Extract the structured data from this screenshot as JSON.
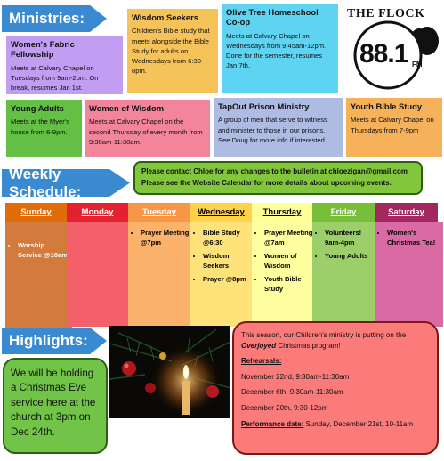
{
  "ministries": {
    "heading": "Ministries:",
    "womens_fabric": {
      "title": "Women's Fabric Fellowship",
      "body": "Meets at Calvary Chapel on Tuesdays from 9am-2pm. On break, resumes Jan 1st."
    },
    "wisdom_seekers": {
      "title": "Wisdom Seekers",
      "body": "Children's Bible study that meets alongside the Bible Study for adults on Wednesdays from 6:30-8pm."
    },
    "olive_tree": {
      "title": "Olive Tree Homeschool Co-op",
      "body": "Meets at Calvary Chapel on Wednesdays from 9:45am-12pm. Done for the semester, resumes Jan 7th."
    },
    "young_adults": {
      "title": "Young Adults",
      "body": "Meets at the Myer's house from 6-9pm."
    },
    "women_of_wisdom": {
      "title": "Women of Wisdom",
      "body": "Meets at Calvary Chapel on the second Thursday of every month from 9:30am-11:30am."
    },
    "tapout": {
      "title": "TapOut Prison Ministry",
      "body": "A group of men that serve to witness and minister to those in our prisons. See Doug for more info if interested"
    },
    "youth_bible": {
      "title": "Youth Bible Study",
      "body": "Meets at Calvary Chapel on Thursdays from 7-9pm"
    }
  },
  "logo": {
    "top": "THE FLOCK",
    "number": "88.1",
    "band": "FM"
  },
  "weekly": {
    "heading": "Weekly Schedule:",
    "notice_line1": "Please contact Chloe for any changes to the bulletin at chloezigan@gmail.com",
    "notice_line2": "Please see the Website Calendar for more details about upcoming events."
  },
  "schedule": {
    "days": [
      {
        "name": "Sunday",
        "events": [
          "Worship Service @10am"
        ]
      },
      {
        "name": "Monday",
        "events": []
      },
      {
        "name": "Tuesday",
        "events": [
          "Prayer Meeting @7pm"
        ]
      },
      {
        "name": "Wednesday",
        "events": [
          "Bible Study @6:30",
          "Wisdom Seekers",
          "Prayer @8pm"
        ]
      },
      {
        "name": "Thursday",
        "events": [
          "Prayer Meeting @7am",
          "Women of Wisdom",
          "Youth Bible Study"
        ]
      },
      {
        "name": "Friday",
        "events": [
          "Volunteers! 9am-4pm",
          "Young Adults"
        ]
      },
      {
        "name": "Saturday",
        "events": [
          "Women's Christmas Tea!"
        ]
      }
    ],
    "colors": {
      "Sunday": {
        "head": "#e36c0a",
        "body": "#d37a3d",
        "text": "#ffffff"
      },
      "Monday": {
        "head": "#e4212e",
        "body": "#f4606a",
        "text": "#ffffff"
      },
      "Tuesday": {
        "head": "#f79646",
        "body": "#fbb36c",
        "text": "#ffffff"
      },
      "Wednesday": {
        "head": "#ffd24a",
        "body": "#ffe27a",
        "text": "#000000"
      },
      "Thursday": {
        "head": "#ffff99",
        "body": "#ffff9f",
        "text": "#000000"
      },
      "Friday": {
        "head": "#78be3a",
        "body": "#9ccf6a",
        "text": "#ffffff"
      },
      "Saturday": {
        "head": "#a3275f",
        "body": "#d96aa3",
        "text": "#ffffff"
      }
    }
  },
  "highlights": {
    "heading": "Highlights:",
    "green_text": "We will be holding a Christmas Eve service here at the church at 3pm on Dec 24th.",
    "promo_intro_a": "This season, our Children's ministry is putting on the ",
    "promo_intro_em": "Overjoyed",
    "promo_intro_b": " Christmas program!",
    "rehearsals_label": "Rehearsals:",
    "rehearsals": [
      "November 22nd, 9:30am-11:30am",
      "December 6th,  9:30am-11:30am",
      "December 20th, 9:30-12pm"
    ],
    "performance_label": "Performance date:",
    "performance_value": " Sunday, December 21st, 10-11am"
  },
  "colors": {
    "accent_blue": "#3a8ad2",
    "womens_fabric": "#c29ef2",
    "wisdom_seekers": "#f6c35a",
    "olive_tree": "#5fd4f2",
    "young_adults": "#64bf45",
    "women_of_wisdom": "#f2859b",
    "tapout": "#aebbe3",
    "youth_bible": "#f5b25a"
  }
}
